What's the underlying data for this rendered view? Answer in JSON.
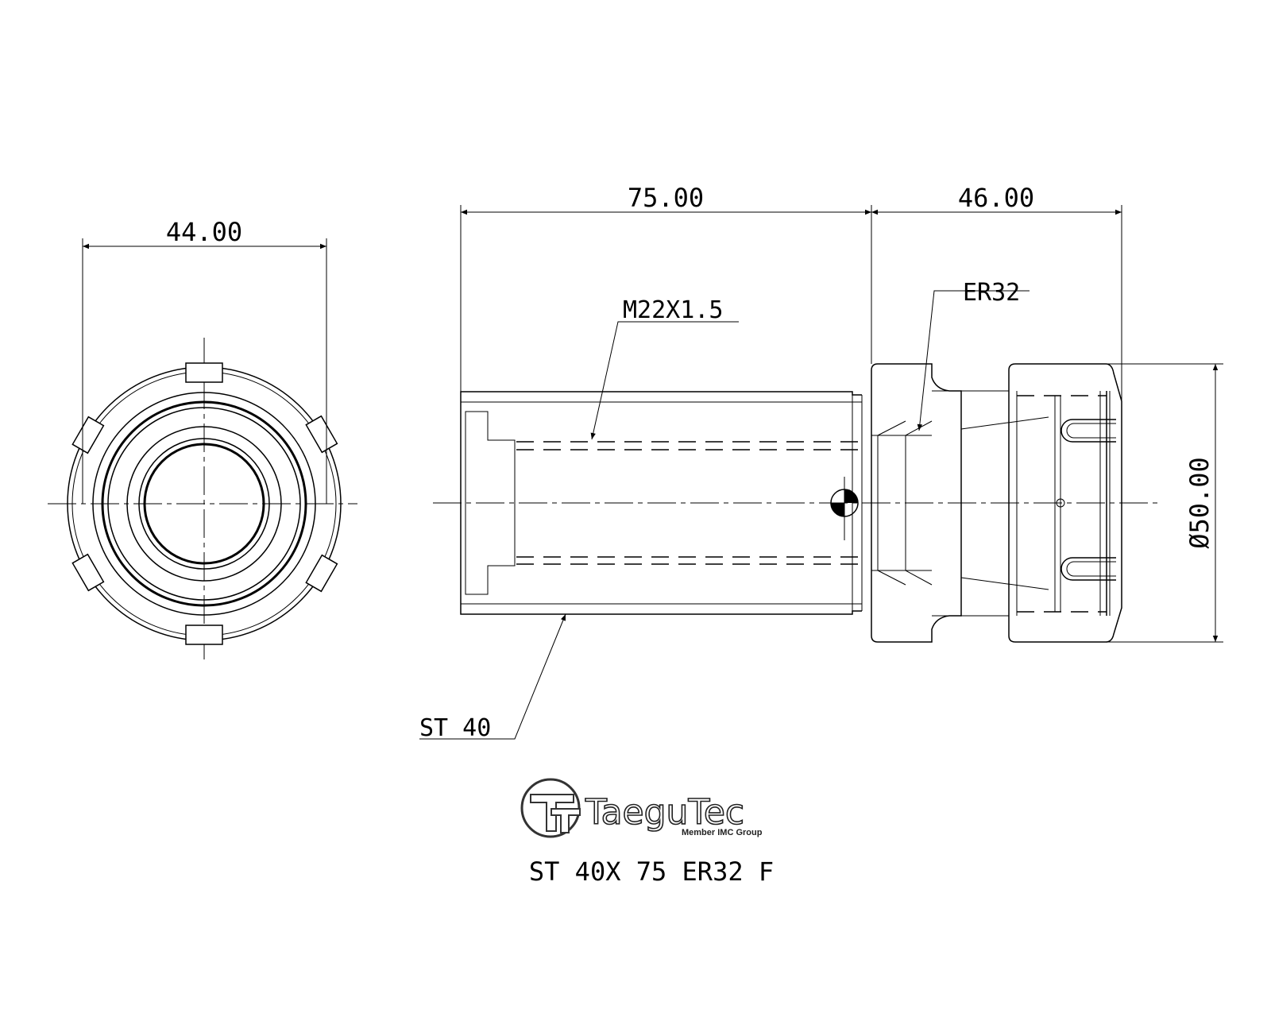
{
  "dimensions": {
    "front_width": "44.00",
    "body_length": "75.00",
    "nut_length": "46.00",
    "diameter": "Ø50.00"
  },
  "callouts": {
    "thread": "M22X1.5",
    "collet": "ER32",
    "shank": "ST 40"
  },
  "logo": {
    "brand": "TaeguTec",
    "tagline": "Member IMC Group"
  },
  "part_number": "ST 40X 75 ER32 F"
}
